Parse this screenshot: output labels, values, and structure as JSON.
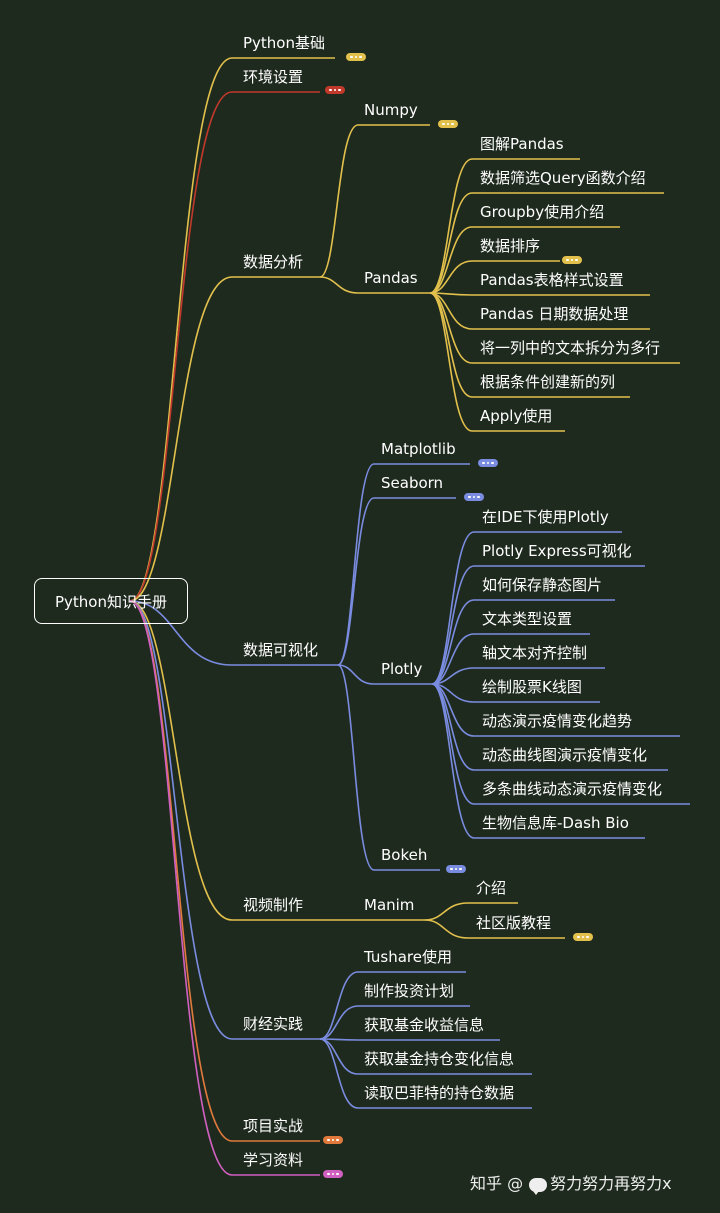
{
  "root": "Python知识手册",
  "colors": {
    "background": "#1f2a1f",
    "yellow": "#e2c04c",
    "red": "#c0392b",
    "blue": "#7a8ce0",
    "orange": "#e07a3c",
    "pink": "#d060c0"
  },
  "branches": {
    "basics": "Python基础",
    "env": "环境设置",
    "analysis": "数据分析",
    "numpy": "Numpy",
    "pandas": "Pandas",
    "pandas_items": [
      "图解Pandas",
      "数据筛选Query函数介绍",
      "Groupby使用介绍",
      "数据排序",
      "Pandas表格样式设置",
      "Pandas 日期数据处理",
      "将一列中的文本拆分为多行",
      "根据条件创建新的列",
      "Apply使用"
    ],
    "viz": "数据可视化",
    "matplotlib": "Matplotlib",
    "seaborn": "Seaborn",
    "plotly": "Plotly",
    "plotly_items": [
      "在IDE下使用Plotly",
      "Plotly Express可视化",
      "如何保存静态图片",
      "文本类型设置",
      "轴文本对齐控制",
      "绘制股票K线图",
      "动态演示疫情变化趋势",
      "动态曲线图演示疫情变化",
      "多条曲线动态演示疫情变化",
      "生物信息库-Dash Bio"
    ],
    "bokeh": "Bokeh",
    "video": "视频制作",
    "manim": "Manim",
    "manim_items": [
      "介绍",
      "社区版教程"
    ],
    "finance": "财经实践",
    "finance_items": [
      "Tushare使用",
      "制作投资计划",
      "获取基金收益信息",
      "获取基金持仓变化信息",
      "读取巴菲特的持仓数据"
    ],
    "project": "项目实战",
    "learning": "学习资料"
  },
  "watermark": {
    "left": "知乎 @",
    "right": "努力努力再努力x"
  }
}
